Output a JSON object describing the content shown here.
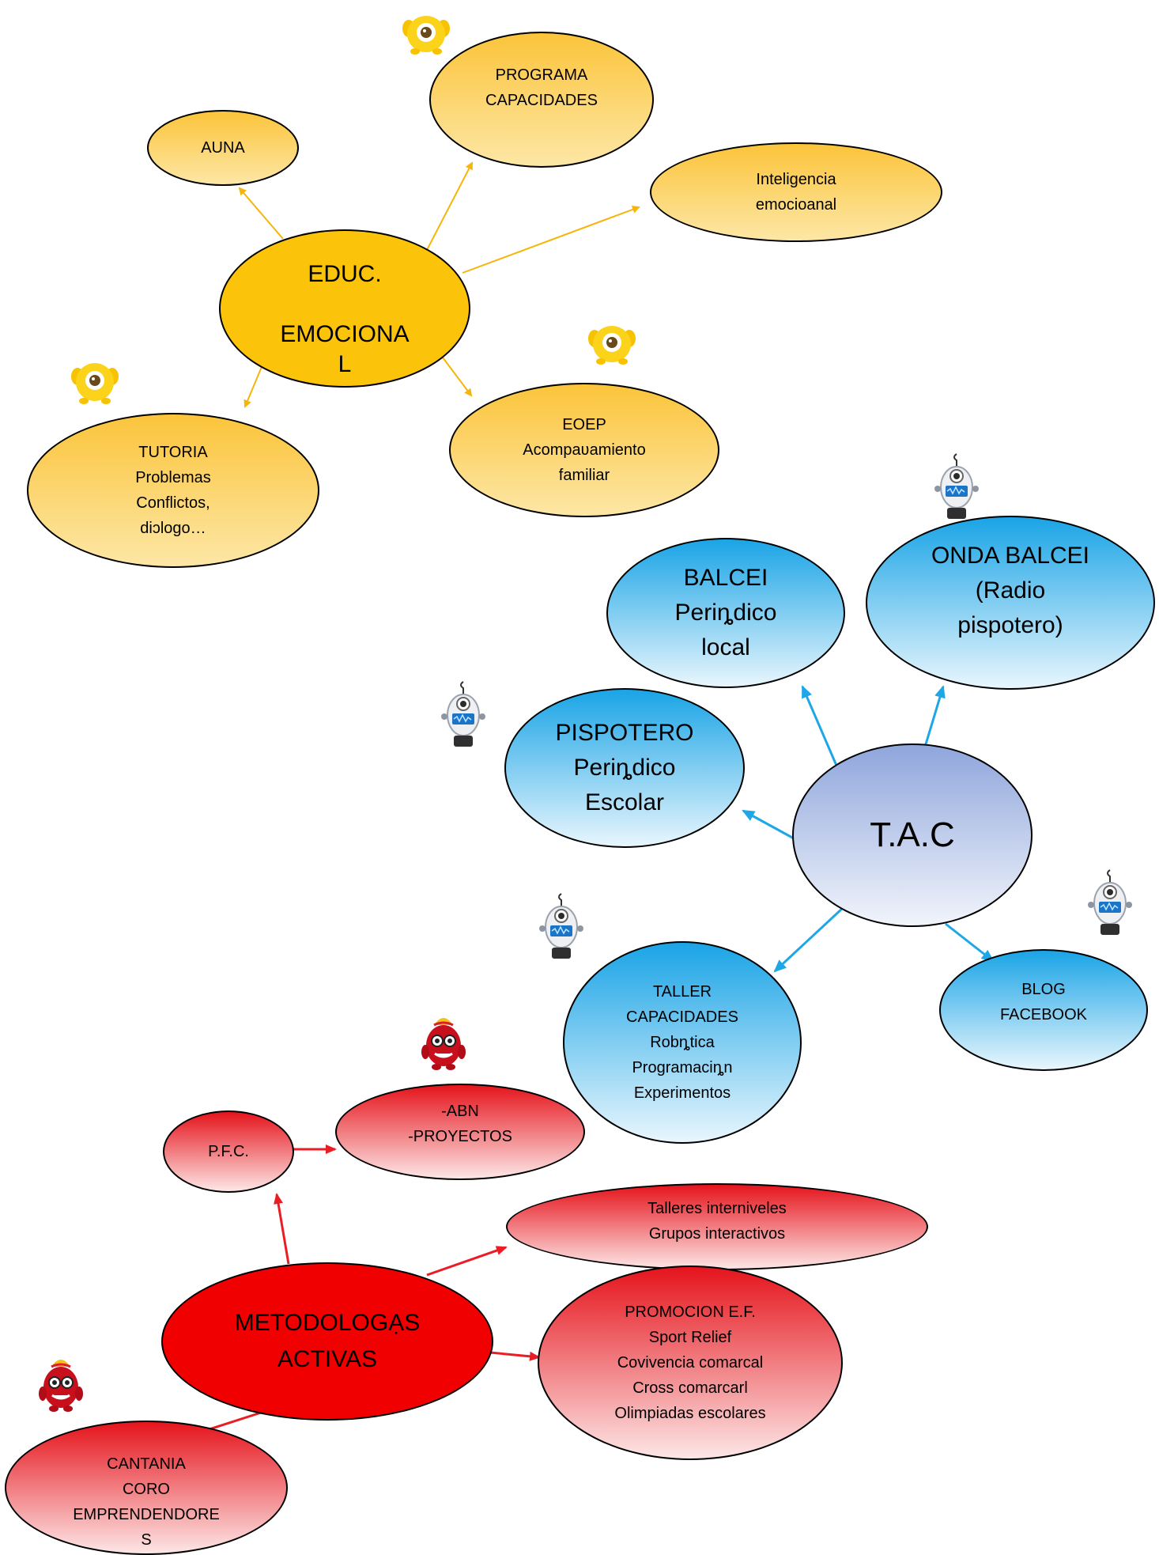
{
  "colors": {
    "yellow_arrow": "#f5b50b",
    "blue_arrow": "#1ea7e6",
    "red_arrow": "#ea1c24"
  },
  "groups": {
    "educ": {
      "center": [
        "EDUC.",
        "",
        "EMOCIONA",
        "L"
      ],
      "auna": [
        "AUNA"
      ],
      "programa": [
        "PROGRAMA",
        "CAPACIDADES"
      ],
      "inteligencia": [
        "Inteligencia",
        "emocioanal"
      ],
      "tutoria": [
        "TUTORIA",
        "Problemas",
        "Conflictos,",
        "diɔlogo…"
      ],
      "eoep": [
        "EOEP",
        "Acompaʋamiento",
        "familiar"
      ],
      "icon": "yellow-monster-icon"
    },
    "tac": {
      "center": [
        "T.A.C"
      ],
      "balcei": [
        "BALCEI",
        "Periȵdico",
        "local"
      ],
      "onda": [
        "ONDA BALCEI",
        "(Radio",
        "pispotero)"
      ],
      "pispotero": [
        "PISPOTERO",
        "Periȵdico",
        "Escolar"
      ],
      "taller": [
        "TALLER",
        "CAPACIDADES",
        "Robȵtica",
        "Programaciȵn",
        "Experimentos"
      ],
      "blog": [
        "BLOG",
        "FACEBOOK"
      ],
      "icon": "robot-icon"
    },
    "metod": {
      "center": [
        "METODOLOGẠS",
        "ACTIVAS"
      ],
      "pfc": [
        "P.F.C."
      ],
      "abn": [
        "-ABN",
        "-PROYECTOS"
      ],
      "talleres": [
        "Talleres interniveles",
        "Grupos interactivos"
      ],
      "promocion": [
        "PROMOCION E.F.",
        "Sport Relief",
        "Covivencia comarcal",
        "Cross comarcarl",
        "Olimpiadas escolares"
      ],
      "cantania": [
        "CANTANIA",
        "CORO",
        "EMPRENDENDORE",
        "S"
      ],
      "icon": "red-monster-icon"
    }
  }
}
